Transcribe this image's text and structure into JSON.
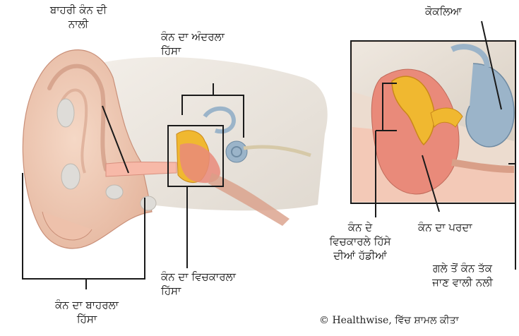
{
  "labels": {
    "outer_ear_canal": [
      "ਬਾਹਰੀ ਕੰਨ ਦੀ",
      "ਨਾਲੀ"
    ],
    "inner_ear": [
      "ਕੰਨ ਦਾ ਅੰਦਰਲਾ",
      "ਹਿੱਸਾ"
    ],
    "cochlea": "ਕੋਕਲਿਆ",
    "middle_ear": [
      "ਕੰਨ ਦਾ ਵਿਚਕਾਰਲਾ",
      "ਹਿੱਸਾ"
    ],
    "outer_ear": [
      "ਕੰਨ ਦਾ ਬਾਹਰਲਾ",
      "ਹਿੱਸਾ"
    ],
    "middle_ear_bones": [
      "ਕੰਨ ਦੇ",
      "ਵਿਚਕਾਰਲੇ ਹਿੱਸੇ",
      "ਦੀਆਂ ਹੱਡੀਆਂ"
    ],
    "eardrum": "ਕੰਨ ਦਾ ਪਰਦਾ",
    "eustachian_tube": [
      "ਗਲੇ ਤੋਂ ਕੰਨ ਤੱਕ",
      "ਜਾਣ ਵਾਲੀ ਨਲੀ"
    ]
  },
  "credit": "© Healthwise, ਵਿੱਚ ਸ਼ਾਮਲ ਕੀਤਾ",
  "colors": {
    "skin": "#f2cdb8",
    "skin_dark": "#d99f88",
    "bone": "#e9e2d8",
    "cartilage": "#d9d9d6",
    "canal": "#f6b3a3",
    "ossicle": "#f0b830",
    "cochlea": "#9bb4c9",
    "line": "#1a1a1a"
  }
}
